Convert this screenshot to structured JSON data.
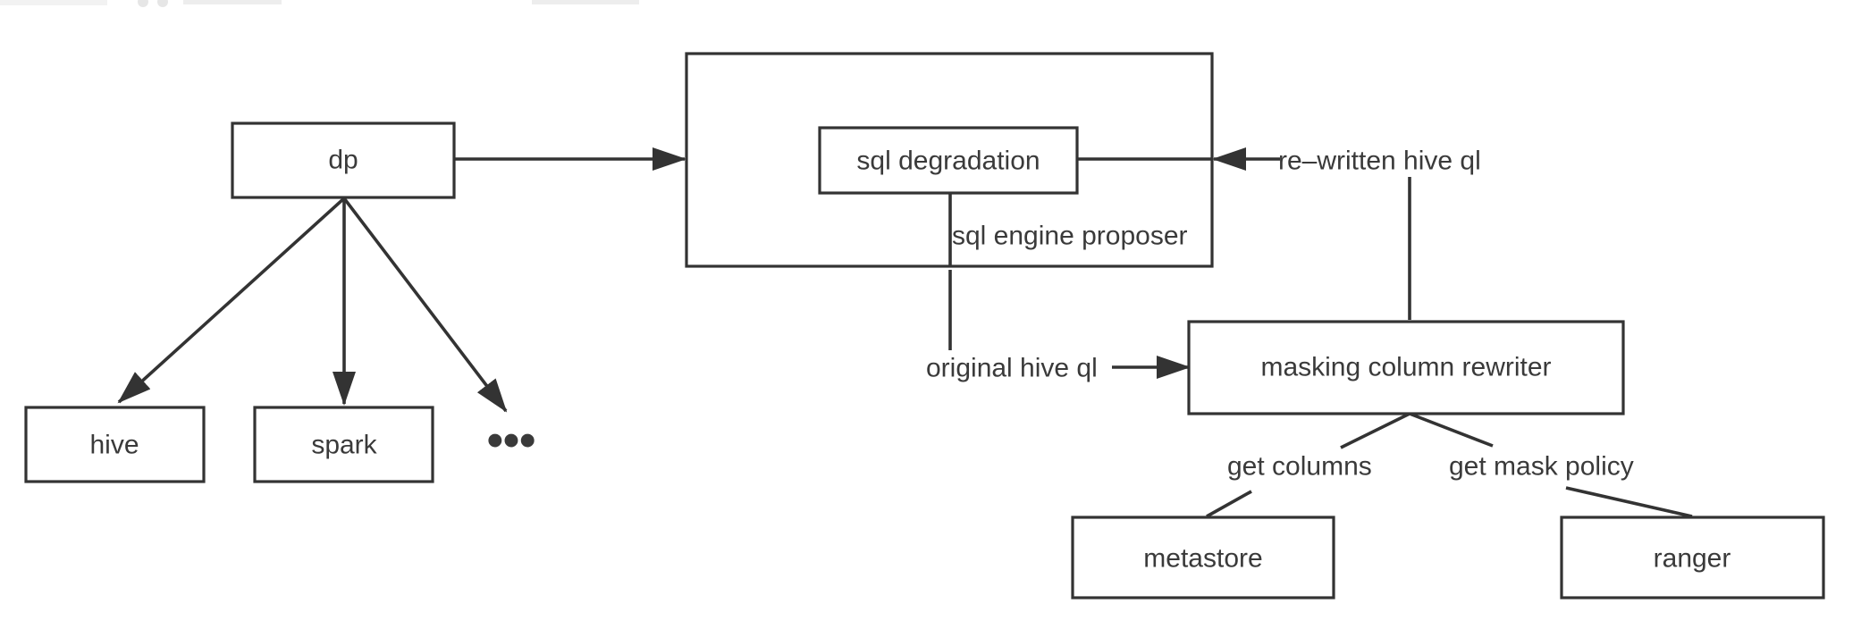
{
  "nodes": {
    "dp": "dp",
    "hive": "hive",
    "spark": "spark",
    "more": "•••",
    "sql_degradation": "sql degradation",
    "masking_column_rewriter": "masking column rewriter",
    "metastore": "metastore",
    "ranger": "ranger"
  },
  "container_label": "sql engine proposer",
  "edge_labels": {
    "rewritten": "re–written hive ql",
    "original": "original hive ql",
    "get_columns": "get columns",
    "get_mask_policy": "get mask policy"
  },
  "colors": {
    "stroke": "#333333",
    "text": "#3a3a3a",
    "background": "#ffffff"
  }
}
